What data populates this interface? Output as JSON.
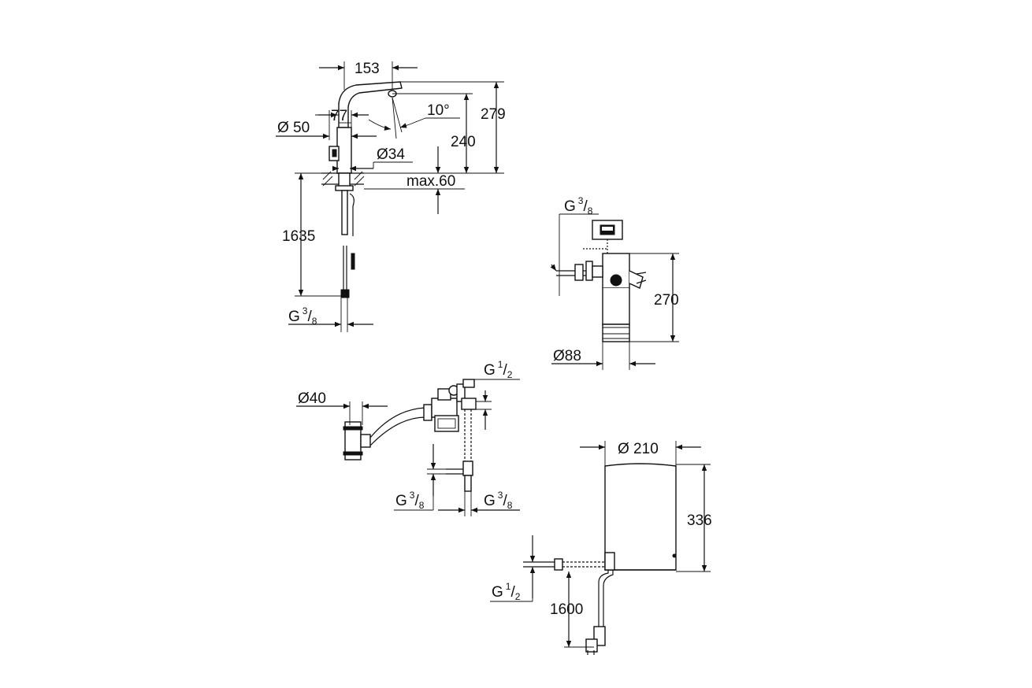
{
  "faucet": {
    "spout_reach": "153",
    "total_height": "279",
    "spout_height": "240",
    "body_diameter_label": "Ø 50",
    "spout_offset": "77",
    "swivel_angle": "10°",
    "shank_diameter": "Ø34",
    "max_counter_thickness": "max.60",
    "hose_length": "1635",
    "hose_connection": {
      "letter": "G",
      "num": "3",
      "den": "8"
    }
  },
  "filter": {
    "inlet_connection": {
      "letter": "G",
      "num": "3",
      "den": "8"
    },
    "height": "270",
    "diameter": "Ø88"
  },
  "valve": {
    "outlet_diameter": "Ø40",
    "top_connection": {
      "letter": "G",
      "num": "1",
      "den": "2"
    },
    "left_connection": {
      "letter": "G",
      "num": "3",
      "den": "8"
    },
    "right_connection": {
      "letter": "G",
      "num": "3",
      "den": "8"
    }
  },
  "boiler": {
    "diameter": "Ø 210",
    "height": "336",
    "inlet_connection": {
      "letter": "G",
      "num": "1",
      "den": "2"
    },
    "cable_length": "1600"
  }
}
